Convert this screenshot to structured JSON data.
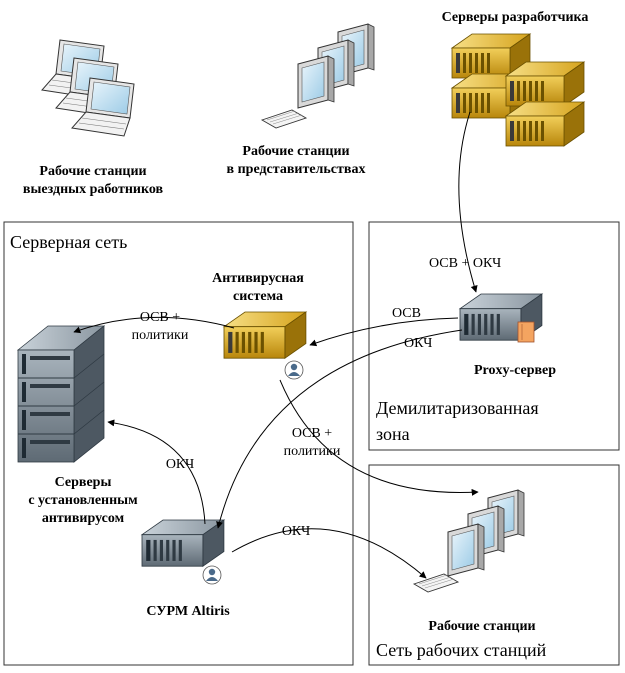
{
  "zones": {
    "server_net": "Серверная сеть",
    "dmz_line1": "Демилитаризованная",
    "dmz_line2": "зона",
    "workstations_net": "Сеть рабочих станций"
  },
  "nodes": {
    "field_workers": {
      "line1": "Рабочие станции",
      "line2": "выездных работников"
    },
    "office_ws": {
      "line1": "Рабочие станции",
      "line2": "в представительствах"
    },
    "dev_servers": {
      "label": "Серверы разработчика"
    },
    "antivirus": {
      "line1": "Антивирусная",
      "line2": "система"
    },
    "proxy": {
      "label": "Proxy-сервер"
    },
    "servers": {
      "line1": "Серверы",
      "line2": "с установленным",
      "line3": "антивирусом"
    },
    "altiris": {
      "label": "СУРМ Altiris"
    },
    "workstations": {
      "label": "Рабочие станции"
    }
  },
  "edges": {
    "dev_to_proxy": "ОСВ + ОКЧ",
    "proxy_to_av": "ОСВ",
    "proxy_to_altiris": "ОКЧ",
    "av_to_servers_line1": "ОСВ +",
    "av_to_servers_line2": "политики",
    "av_to_ws_line1": "ОСВ +",
    "av_to_ws_line2": "политики",
    "altiris_to_servers": "ОКЧ",
    "altiris_to_ws": "ОКЧ"
  },
  "colors": {
    "gold_server": "#d6a41e",
    "steel_server": "#7f8a94",
    "zone_border": "#333333"
  }
}
